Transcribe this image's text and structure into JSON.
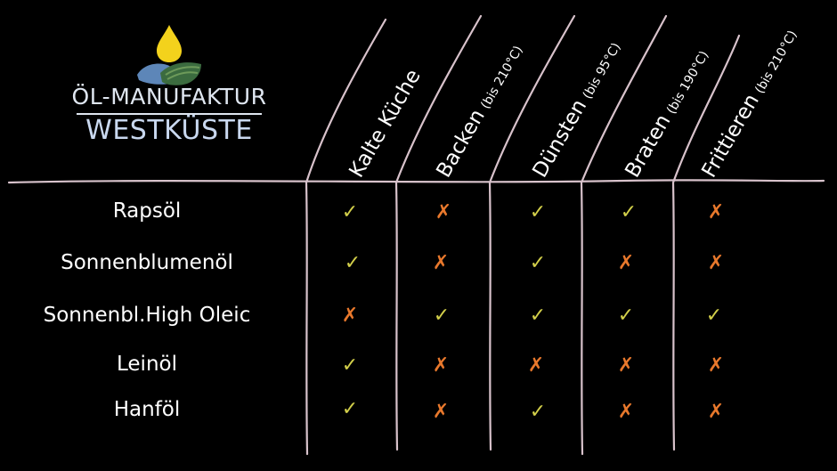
{
  "brand": {
    "line1": "ÖL-MANUFAKTUR",
    "line2": "WESTKÜSTE",
    "colors": {
      "drop": "#f3d21c",
      "hill_blue": "#5d86b8",
      "hill_green": "#3b6b3f",
      "text": "#dfe6f0"
    }
  },
  "columns": [
    {
      "label": "Kalte Küche",
      "note": ""
    },
    {
      "label": "Backen",
      "note": "(bis 210°C)"
    },
    {
      "label": "Dünsten",
      "note": "(bis 95°C)"
    },
    {
      "label": "Braten",
      "note": "(bis 190°C)"
    },
    {
      "label": "Frittieren",
      "note": "(bis 210°C)"
    }
  ],
  "rows": [
    {
      "oil": "Rapsöl",
      "marks": [
        "✓",
        "✗",
        "✓",
        "✓",
        "✗"
      ],
      "ok": [
        true,
        false,
        true,
        true,
        false
      ]
    },
    {
      "oil": "Sonnenblumenöl",
      "marks": [
        "✓",
        "✗",
        "✓",
        "✗",
        "✗"
      ],
      "ok": [
        true,
        false,
        true,
        false,
        false
      ]
    },
    {
      "oil": "Sonnenbl.High Oleic",
      "marks": [
        "✗",
        "✓",
        "✓",
        "✓",
        "✓"
      ],
      "ok": [
        false,
        true,
        true,
        true,
        true
      ]
    },
    {
      "oil": "Leinöl",
      "marks": [
        "✓",
        "✗",
        "✗",
        "✗",
        "✗"
      ],
      "ok": [
        true,
        false,
        false,
        false,
        false
      ]
    },
    {
      "oil": "Hanföl",
      "marks": [
        "✓",
        "✗",
        "✓",
        "✗",
        "✗"
      ],
      "ok": [
        true,
        false,
        true,
        false,
        false
      ]
    }
  ],
  "colors": {
    "yes": "#d2cf4a",
    "no": "#e8782c",
    "chalk": "#f0d8e2",
    "background": "#000000"
  }
}
